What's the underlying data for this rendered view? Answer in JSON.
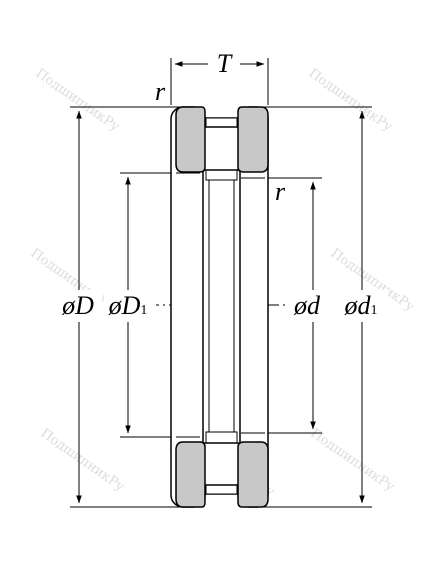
{
  "labels": {
    "T": "T",
    "r_top": "r",
    "r_right": "r",
    "D_prefix": "øD",
    "D1_prefix": "øD",
    "D1_sub": "1",
    "d_prefix": "ød",
    "d1_prefix": "ød",
    "d1_sub": "1"
  },
  "watermark": "ПодшипникРу",
  "colors": {
    "line": "#000000",
    "roller": "#c8c8c8",
    "background": "#ffffff",
    "watermark": "#dcdcdc"
  }
}
